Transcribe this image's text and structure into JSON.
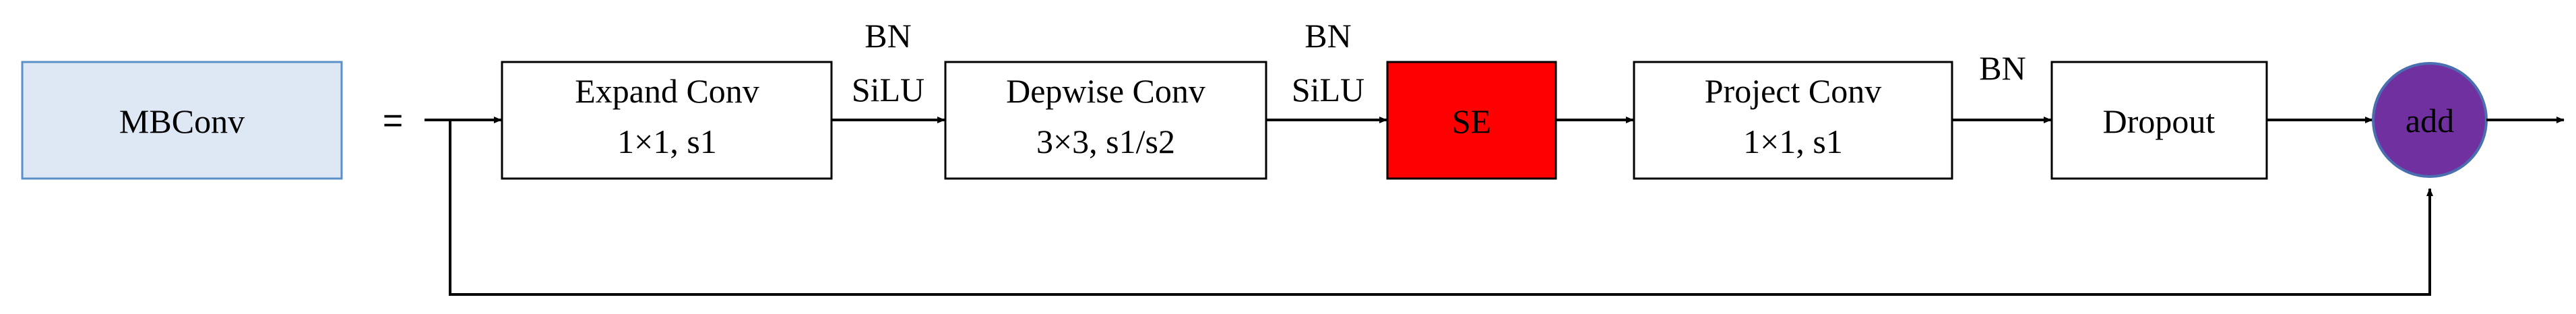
{
  "legend_block": {
    "label": "MBConv",
    "fill": "#dde8f4",
    "stroke": "#5b8fc9"
  },
  "equals": "=",
  "blocks": {
    "expand": {
      "line1": "Expand Conv",
      "line2": "1×1, s1"
    },
    "depthwise": {
      "line1": "Depwise Conv",
      "line2": "3×3, s1/s2"
    },
    "se": {
      "line1": "SE",
      "fill": "#ff0000"
    },
    "project": {
      "line1": "Project Conv",
      "line2": "1×1, s1"
    },
    "dropout": {
      "line1": "Dropout"
    },
    "add": {
      "line1": "add",
      "fill": "#7030a0",
      "stroke": "#4a6fb0"
    }
  },
  "edge_labels": {
    "after_expand": {
      "line1": "BN",
      "line2": "SiLU"
    },
    "after_depthwise": {
      "line1": "BN",
      "line2": "SiLU"
    },
    "after_project": {
      "line1": "BN"
    }
  }
}
